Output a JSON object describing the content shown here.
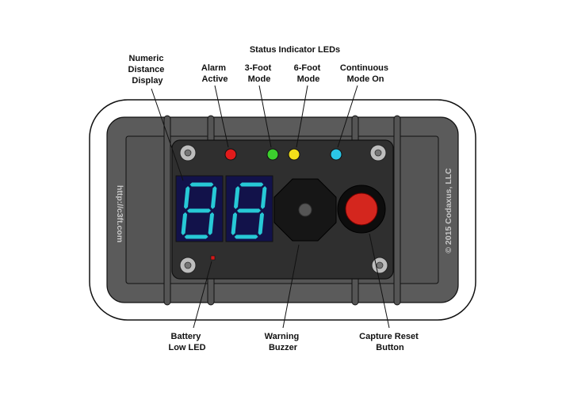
{
  "title": "Status Indicator LEDs",
  "labels": {
    "numeric_display": [
      "Numeric",
      "Distance",
      "Display"
    ],
    "alarm_active": [
      "Alarm",
      "Active"
    ],
    "three_foot": [
      "3-Foot",
      "Mode"
    ],
    "six_foot": [
      "6-Foot",
      "Mode"
    ],
    "continuous": [
      "Continuous",
      "Mode On"
    ],
    "battery_low": [
      "Battery",
      "Low LED"
    ],
    "warning_buzzer": [
      "Warning",
      "Buzzer"
    ],
    "capture_reset": [
      "Capture Reset",
      "Button"
    ]
  },
  "device": {
    "url_text": "http://c3ft.com",
    "copyright_text": "© 2015 Codaxus, LLC",
    "display_digits": [
      "8",
      "8"
    ]
  },
  "colors": {
    "led_alarm": "#e21b1b",
    "led_three_foot": "#3ccf2e",
    "led_six_foot": "#f3df1a",
    "led_continuous": "#2bc7e8",
    "led_battery": "#d21a1a",
    "digit_segment": "#27c9d6",
    "display_bg": "#12124a",
    "reset_button": "#d4261e"
  },
  "icons": {
    "screws": "screw-icon",
    "buzzer": "octagon-buzzer-icon",
    "button": "round-push-button-icon"
  }
}
